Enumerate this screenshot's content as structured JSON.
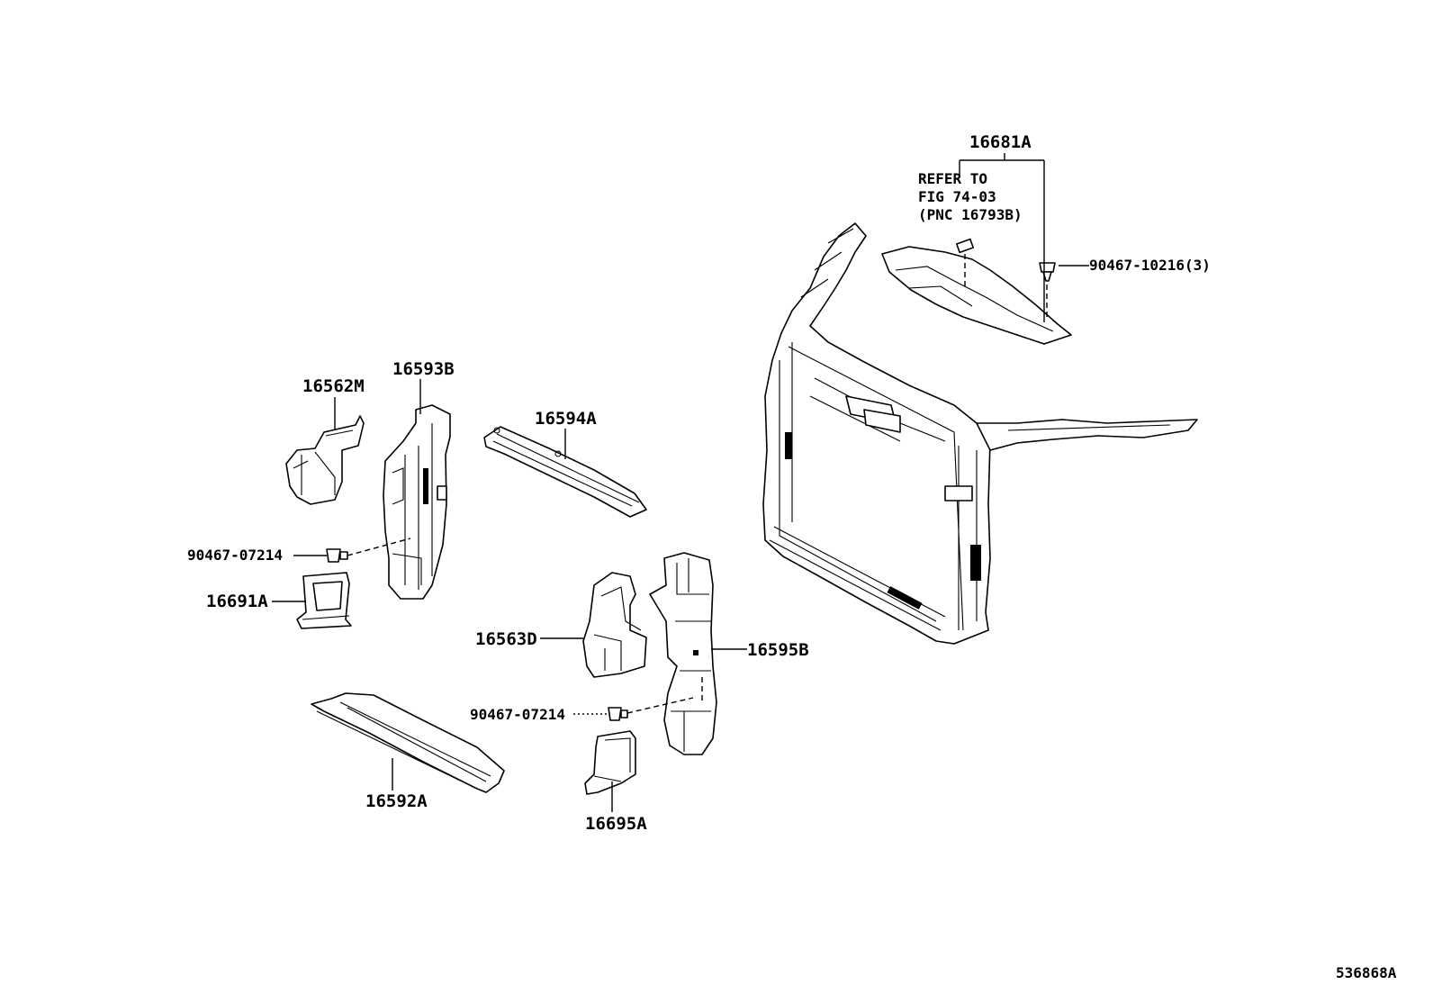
{
  "diagram": {
    "parts": {
      "p16681A": "16681A",
      "p16562M": "16562M",
      "p16593B": "16593B",
      "p16594A": "16594A",
      "p90467_07214_a": "90467-07214",
      "p16691A": "16691A",
      "p16563D": "16563D",
      "p16595B": "16595B",
      "p90467_07214_b": "90467-07214",
      "p16592A": "16592A",
      "p16695A": "16695A",
      "p90467_10216": "90467-10216(3)"
    },
    "note": {
      "line1": "REFER TO",
      "line2": "FIG 74-03",
      "line3": "(PNC 16793B)"
    },
    "illustration_id": "536868A"
  }
}
